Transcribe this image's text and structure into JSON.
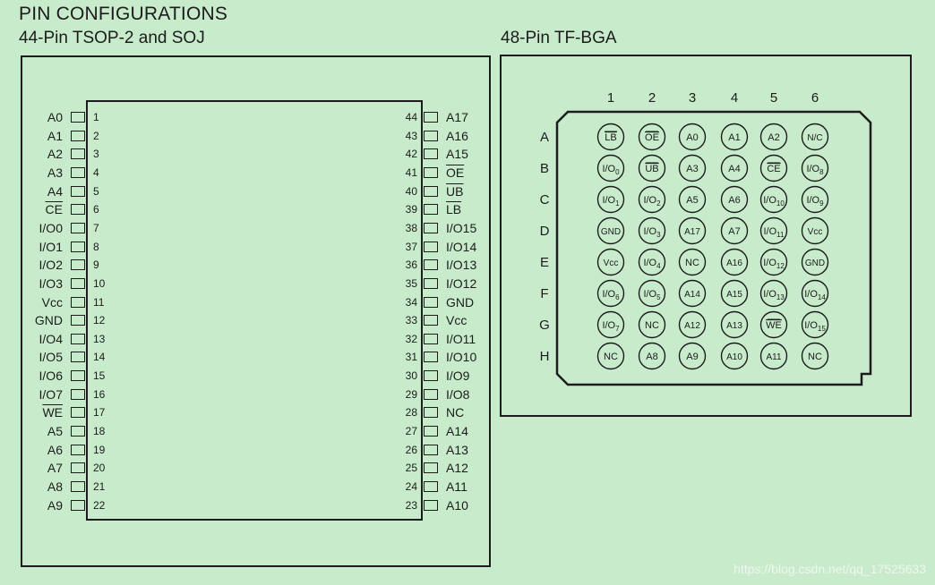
{
  "header": {
    "title": "PIN CONFIGURATIONS",
    "tsop_title": "44-Pin TSOP-2 and SOJ",
    "bga_title": "48-Pin TF-BGA"
  },
  "tsop": {
    "left_pins": [
      {
        "num": "1",
        "name": "A0",
        "bar": false
      },
      {
        "num": "2",
        "name": "A1",
        "bar": false
      },
      {
        "num": "3",
        "name": "A2",
        "bar": false
      },
      {
        "num": "4",
        "name": "A3",
        "bar": false
      },
      {
        "num": "5",
        "name": "A4",
        "bar": false
      },
      {
        "num": "6",
        "name": "CE",
        "bar": true
      },
      {
        "num": "7",
        "name": "I/O0",
        "bar": false
      },
      {
        "num": "8",
        "name": "I/O1",
        "bar": false
      },
      {
        "num": "9",
        "name": "I/O2",
        "bar": false
      },
      {
        "num": "10",
        "name": "I/O3",
        "bar": false
      },
      {
        "num": "11",
        "name": "Vcc",
        "bar": false
      },
      {
        "num": "12",
        "name": "GND",
        "bar": false
      },
      {
        "num": "13",
        "name": "I/O4",
        "bar": false
      },
      {
        "num": "14",
        "name": "I/O5",
        "bar": false
      },
      {
        "num": "15",
        "name": "I/O6",
        "bar": false
      },
      {
        "num": "16",
        "name": "I/O7",
        "bar": false
      },
      {
        "num": "17",
        "name": "WE",
        "bar": true
      },
      {
        "num": "18",
        "name": "A5",
        "bar": false
      },
      {
        "num": "19",
        "name": "A6",
        "bar": false
      },
      {
        "num": "20",
        "name": "A7",
        "bar": false
      },
      {
        "num": "21",
        "name": "A8",
        "bar": false
      },
      {
        "num": "22",
        "name": "A9",
        "bar": false
      }
    ],
    "right_pins": [
      {
        "num": "44",
        "name": "A17",
        "bar": false
      },
      {
        "num": "43",
        "name": "A16",
        "bar": false
      },
      {
        "num": "42",
        "name": "A15",
        "bar": false
      },
      {
        "num": "41",
        "name": "OE",
        "bar": true
      },
      {
        "num": "40",
        "name": "UB",
        "bar": true
      },
      {
        "num": "39",
        "name": "LB",
        "bar": true
      },
      {
        "num": "38",
        "name": "I/O15",
        "bar": false
      },
      {
        "num": "37",
        "name": "I/O14",
        "bar": false
      },
      {
        "num": "36",
        "name": "I/O13",
        "bar": false
      },
      {
        "num": "35",
        "name": "I/O12",
        "bar": false
      },
      {
        "num": "34",
        "name": "GND",
        "bar": false
      },
      {
        "num": "33",
        "name": "Vcc",
        "bar": false
      },
      {
        "num": "32",
        "name": "I/O11",
        "bar": false
      },
      {
        "num": "31",
        "name": "I/O10",
        "bar": false
      },
      {
        "num": "30",
        "name": "I/O9",
        "bar": false
      },
      {
        "num": "29",
        "name": "I/O8",
        "bar": false
      },
      {
        "num": "28",
        "name": "NC",
        "bar": false
      },
      {
        "num": "27",
        "name": "A14",
        "bar": false
      },
      {
        "num": "26",
        "name": "A13",
        "bar": false
      },
      {
        "num": "25",
        "name": "A12",
        "bar": false
      },
      {
        "num": "24",
        "name": "A11",
        "bar": false
      },
      {
        "num": "23",
        "name": "A10",
        "bar": false
      }
    ]
  },
  "bga": {
    "col_labels": [
      "1",
      "2",
      "3",
      "4",
      "5",
      "6"
    ],
    "row_labels": [
      "A",
      "B",
      "C",
      "D",
      "E",
      "F",
      "G",
      "H"
    ],
    "balls": [
      [
        {
          "t": "LB",
          "bar": true
        },
        {
          "t": "OE",
          "bar": true
        },
        {
          "t": "A0"
        },
        {
          "t": "A1"
        },
        {
          "t": "A2"
        },
        {
          "t": "N/C"
        }
      ],
      [
        {
          "t": "I/O",
          "sub": "0"
        },
        {
          "t": "UB",
          "bar": true
        },
        {
          "t": "A3"
        },
        {
          "t": "A4"
        },
        {
          "t": "CE",
          "bar": true
        },
        {
          "t": "I/O",
          "sub": "8"
        }
      ],
      [
        {
          "t": "I/O",
          "sub": "1"
        },
        {
          "t": "I/O",
          "sub": "2"
        },
        {
          "t": "A5"
        },
        {
          "t": "A6"
        },
        {
          "t": "I/O",
          "sub": "10"
        },
        {
          "t": "I/O",
          "sub": "9"
        }
      ],
      [
        {
          "t": "GND"
        },
        {
          "t": "I/O",
          "sub": "3"
        },
        {
          "t": "A17"
        },
        {
          "t": "A7"
        },
        {
          "t": "I/O",
          "sub": "11"
        },
        {
          "t": "Vcc"
        }
      ],
      [
        {
          "t": "Vcc"
        },
        {
          "t": "I/O",
          "sub": "4"
        },
        {
          "t": "NC"
        },
        {
          "t": "A16"
        },
        {
          "t": "I/O",
          "sub": "12"
        },
        {
          "t": "GND"
        }
      ],
      [
        {
          "t": "I/O",
          "sub": "6"
        },
        {
          "t": "I/O",
          "sub": "5"
        },
        {
          "t": "A14"
        },
        {
          "t": "A15"
        },
        {
          "t": "I/O",
          "sub": "13"
        },
        {
          "t": "I/O",
          "sub": "14"
        }
      ],
      [
        {
          "t": "I/O",
          "sub": "7"
        },
        {
          "t": "NC"
        },
        {
          "t": "A12"
        },
        {
          "t": "A13"
        },
        {
          "t": "WE",
          "bar": true
        },
        {
          "t": "I/O",
          "sub": "15"
        }
      ],
      [
        {
          "t": "NC"
        },
        {
          "t": "A8"
        },
        {
          "t": "A9"
        },
        {
          "t": "A10"
        },
        {
          "t": "A11"
        },
        {
          "t": "NC"
        }
      ]
    ]
  },
  "watermark": "https://blog.csdn.net/qq_17525633",
  "colors": {
    "background": "#c8ebcc",
    "ink": "#1c1c1c"
  }
}
